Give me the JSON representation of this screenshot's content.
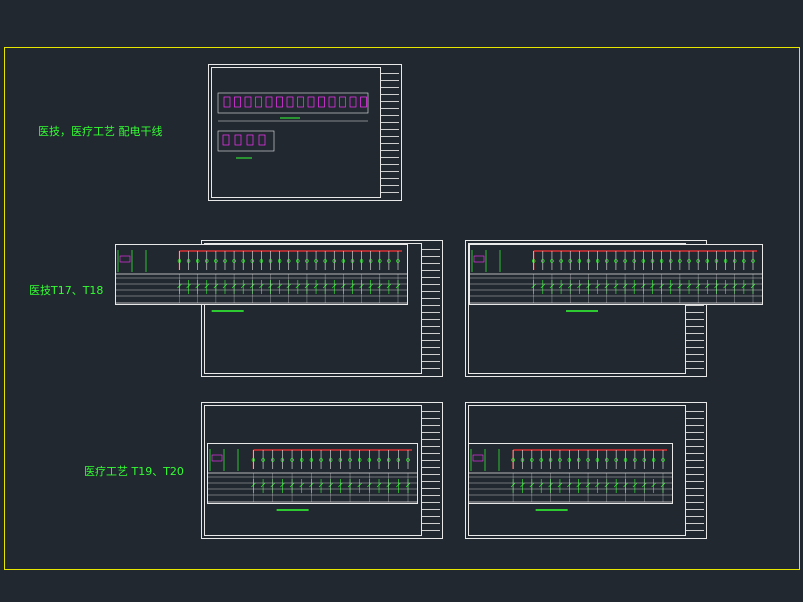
{
  "labels": {
    "top_group": "医技，医疗工艺  配电干线",
    "middle_group": "医技T17、T18",
    "bottom_group": "医疗工艺 T19、T20"
  },
  "colors": {
    "background": "#212830",
    "frame": "#e6e600",
    "text": "#33ff33",
    "linework": "#e8e8e8",
    "feeder": "#ff3333",
    "magenta": "#ff33ff",
    "green": "#33ff33"
  }
}
